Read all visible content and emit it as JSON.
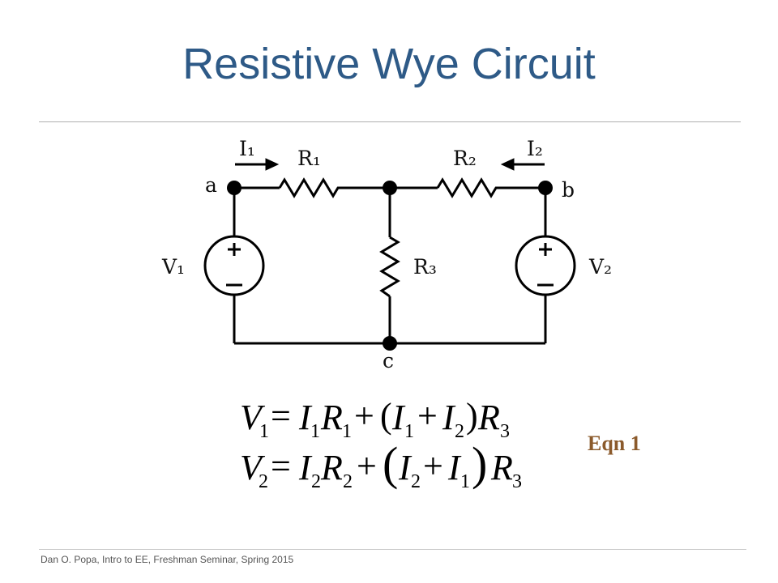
{
  "slide": {
    "title": "Resistive Wye Circuit",
    "footer": "Dan O. Popa, Intro to EE, Freshman Seminar, Spring 2015",
    "eqn_label": "Eqn 1",
    "title_color": "#2e5a87",
    "eqn_label_color": "#8b5a2b"
  },
  "circuit": {
    "currents": {
      "i1": "I₁",
      "i2": "I₂"
    },
    "resistors": {
      "r1": "R₁",
      "r2": "R₂",
      "r3": "R₃"
    },
    "sources": {
      "v1": "V₁",
      "v2": "V₂",
      "plus": "+",
      "minus": "−"
    },
    "nodes": {
      "a": "a",
      "b": "b",
      "c": "c"
    }
  },
  "equations": {
    "eq1": {
      "lhs": "V",
      "lhs_sub": "1",
      "t1a": "I",
      "t1a_sub": "1",
      "t1b": "R",
      "t1b_sub": "1",
      "t2a": "I",
      "t2a_sub": "1",
      "t2b": "I",
      "t2b_sub": "2",
      "t3": "R",
      "t3_sub": "3",
      "eq": "=",
      "plus": "+",
      "lparen": "(",
      "rparen": ")"
    },
    "eq2": {
      "lhs": "V",
      "lhs_sub": "2",
      "t1a": "I",
      "t1a_sub": "2",
      "t1b": "R",
      "t1b_sub": "2",
      "t2a": "I",
      "t2a_sub": "2",
      "t2b": "I",
      "t2b_sub": "1",
      "t3": "R",
      "t3_sub": "3",
      "eq": "=",
      "plus": "+",
      "lparen": "(",
      "rparen": ")"
    }
  }
}
